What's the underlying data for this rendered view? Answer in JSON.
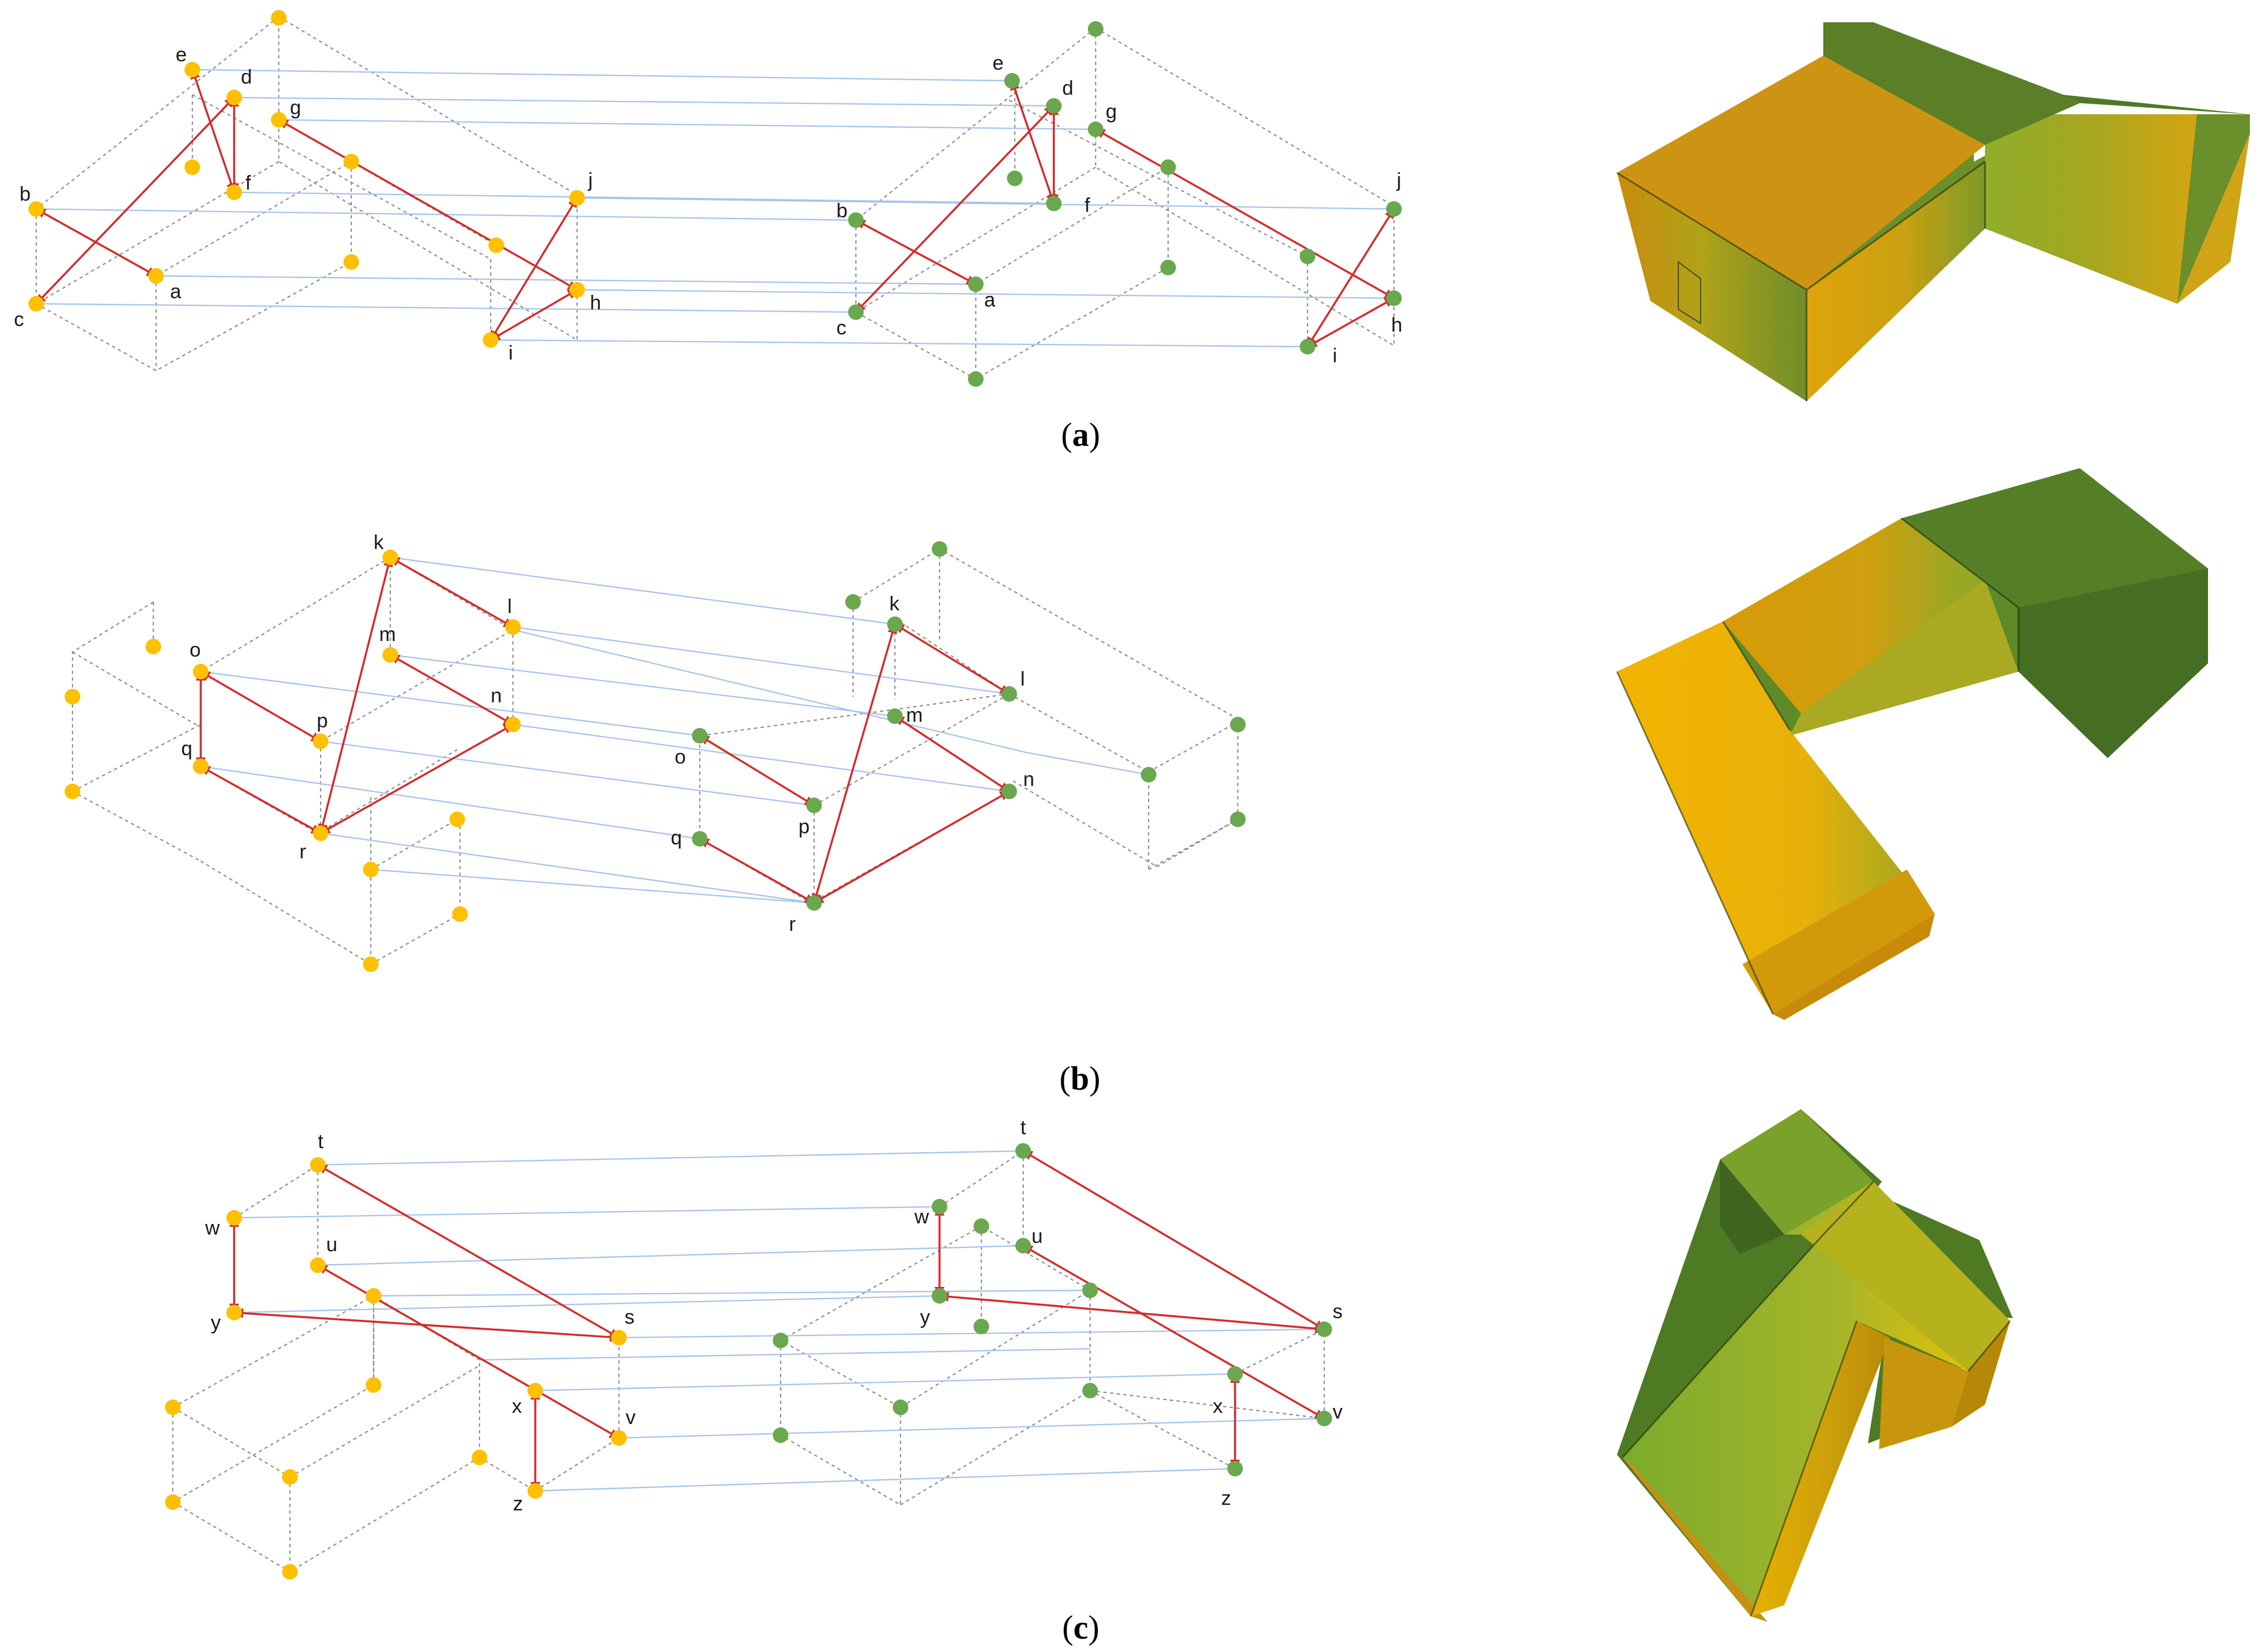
{
  "colors": {
    "source_node": "#ffc000",
    "target_node": "#6aa84f",
    "vector": "#d42a2a",
    "correspondence": "#a9c4ea",
    "wireframe": "#8c8c8c"
  },
  "panels": [
    {
      "id": "a",
      "caption_letter": "a",
      "point_labels": [
        "a",
        "b",
        "c",
        "d",
        "e",
        "f",
        "g",
        "h",
        "i",
        "j"
      ]
    },
    {
      "id": "b",
      "caption_letter": "b",
      "point_labels": [
        "k",
        "l",
        "m",
        "n",
        "o",
        "p",
        "q",
        "r"
      ]
    },
    {
      "id": "c",
      "caption_letter": "c",
      "point_labels": [
        "s",
        "t",
        "u",
        "v",
        "w",
        "x",
        "y",
        "z"
      ]
    }
  ]
}
